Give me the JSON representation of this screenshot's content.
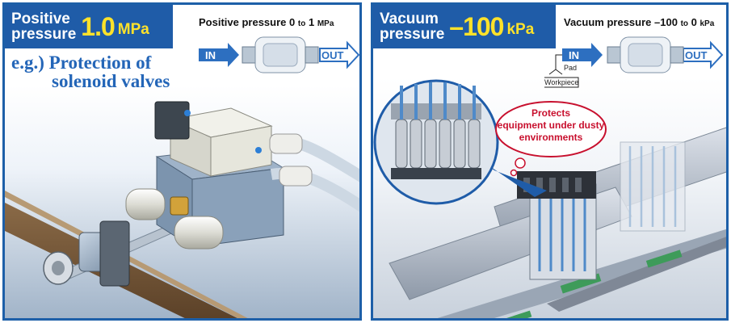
{
  "left": {
    "title_line1": "Positive",
    "title_line2": "pressure",
    "title_value": "1.0",
    "title_unit": "MPa",
    "range_prefix": "Positive pressure",
    "range_from": "0",
    "range_to_word": "to",
    "range_to": "1",
    "range_unit": "MPa",
    "in_label": "IN",
    "out_label": "OUT",
    "example_line1": "e.g.) Protection of",
    "example_line2": "solenoid valves"
  },
  "right": {
    "title_line1": "Vacuum",
    "title_line2": "pressure",
    "title_value": "–100",
    "title_unit": "kPa",
    "range_prefix": "Vacuum pressure",
    "range_from": "–100",
    "range_to_word": "to",
    "range_to": "0",
    "range_unit": "kPa",
    "in_label": "IN",
    "out_label": "OUT",
    "pad_label": "Pad",
    "workpiece_label": "Workpiece",
    "callout_line1": "Protects",
    "callout_line2": "equipment under dusty",
    "callout_line3": "environments"
  },
  "colors": {
    "frame_blue": "#1d5fa8",
    "title_bg": "#1f5ca8",
    "title_value": "#ffe22a",
    "example_text": "#2466b8",
    "callout_red": "#c8102e",
    "arrow_fill": "#2d6fc0"
  }
}
